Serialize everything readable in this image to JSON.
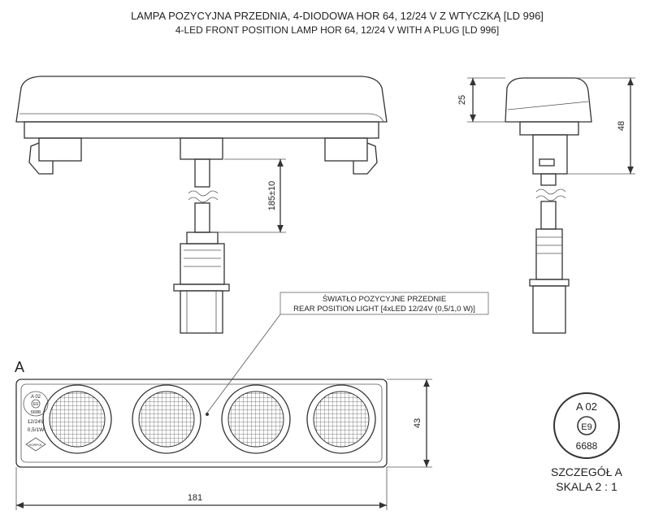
{
  "title": {
    "line1": "LAMPA POZYCYJNA PRZEDNIA, 4-DIODOWA HOR 64, 12/24 V Z WTYCZKĄ [LD 996]",
    "line2": "4-LED FRONT POSITION LAMP HOR 64, 12/24 V WITH A PLUG [LD 996]"
  },
  "dimensions": {
    "cable_length": "185±10",
    "side_body_height": "25",
    "side_total_height": "48",
    "detail_height": "43",
    "detail_width": "181"
  },
  "callout": {
    "line1": "ŚWIATŁO POZYCYJNE PRZEDNIE",
    "line2": "REAR POSITION LIGHT [4xLED 12/24V (0,5/1,0 W)]"
  },
  "detail": {
    "label": "A",
    "marking_approval": "A 02",
    "marking_e": "E9",
    "marking_number": "6688",
    "marking_voltage": "12/24V",
    "marking_power": "0,5/1W",
    "logo": "HORPOL"
  },
  "badge": {
    "approval": "A 02",
    "e_mark": "E9",
    "number": "6688"
  },
  "caption": {
    "detail": "SZCZEGÓŁ A",
    "scale": "SKALA 2 : 1"
  }
}
